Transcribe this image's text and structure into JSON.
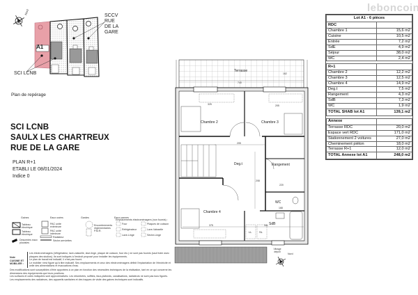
{
  "watermark": "leboncoin",
  "site_plan": {
    "label_a1": "A1",
    "callout_neighbors": [
      "SCCV RUE",
      "DE LA GARE"
    ],
    "callout_owner": "SCI LCNB",
    "compass": "Nord",
    "highlight_color": "#e8a0a8",
    "caption": "Plan de repérage"
  },
  "project": {
    "title_lines": [
      "SCI LCNB",
      "SAULX LES CHARTREUX",
      "RUE DE LA GARE"
    ],
    "plan": "PLAN R+1",
    "date": "ETABLI LE 08/01/2024",
    "indice": "Indice 0"
  },
  "legend": {
    "items": [
      "Gaines",
      "Tableau électrique",
      "Tableau électrique",
      "Descentes eaux pluviales",
      "Eaux usées",
      "PAC unité extérieure",
      "PAC unité intérieure",
      "Radiateur",
      "Sèche-serviettes",
      "Gardes",
      "Encombrements réglementaires P.M.R.",
      "Eaux-vannes"
    ],
    "appliances_title": "Emplacements électroménagers (non fournis) :",
    "appliances": [
      "Four",
      "Plaques de cuisson",
      "Réfrigérateur",
      "Lave-Vaisselle",
      "Lave-Linge",
      "Sèche-Linge"
    ],
    "note_label": "Note CUISINE ET MOBILIER :",
    "notes": [
      "Les électroménagers (réfrigérateur, lave-vaisselle, lave-linge, plaque de cuisson, four etc.) ne sont pas fournis (sauf évier avec plaques des studios). Ils sont indiqués à l'endroit proposé pour installer les équipements.",
      "Le plan de travail est indicatif, il n'est pas fourni.",
      "Le mobilier n'est figuré qu'à titre indicatif. Ses emplacements et ceux des électroménagers définit l'implantation de l'électricité et celle des alimentations et évacuations d'eau."
    ],
    "disclaimer": [
      "Des modifications sont susceptibles d'être apportées à ce plan en fonction des nécessités techniques de la réalisation, tant en ce qui concerne les dimensions des équipements que leurs positions.",
      "Les surfaces et cotes indiquées sont approximatives. Les retombées, soffites, faux-plafonds, canalisations, radiateurs ne sont pas tous figurés.",
      "Les emplacements des radiateurs, des appareils sanitaires et des trappes de visite des gaines techniques sont indicatifs."
    ]
  },
  "surface_table": {
    "header": "Lot A1 - 6 pièces",
    "sections": [
      {
        "title": "RDC",
        "rows": [
          {
            "room": "Chambre 1",
            "area": "15,6 m2"
          },
          {
            "room": "Cuisine",
            "area": "10,5 m2"
          },
          {
            "room": "Entrée",
            "area": "7,2 m2"
          },
          {
            "room": "SdE",
            "area": "4,9 m2"
          },
          {
            "room": "Séjour",
            "area": "38,0 m2"
          },
          {
            "room": "WC",
            "area": "2,4 m2"
          }
        ]
      },
      {
        "title": "R+1",
        "rows": [
          {
            "room": "Chambre 2",
            "area": "12,2 m2"
          },
          {
            "room": "Chambre 3",
            "area": "12,5 m2"
          },
          {
            "room": "Chambre 4",
            "area": "14,9 m2"
          },
          {
            "room": "Deg.t",
            "area": "7,5 m2"
          },
          {
            "room": "Rangement",
            "area": "4,3 m2"
          },
          {
            "room": "SdB",
            "area": "7,3 m2"
          },
          {
            "room": "WC",
            "area": "1,9 m2"
          }
        ],
        "total": {
          "label": "TOTAL SHAB lot A1",
          "area": "139,1 m2"
        }
      },
      {
        "title": "Annexe",
        "rows": [
          {
            "room": "Terrasse RDC",
            "area": "20,0 m2"
          },
          {
            "room": "Espace vert RDC",
            "area": "171,0 m2"
          },
          {
            "room": "Stationnement 2 voitures",
            "area": "27,0 m2"
          },
          {
            "room": "Cheminement piéton",
            "area": "18,0 m2"
          },
          {
            "room": "Terrasse R+1",
            "area": "12,0 m2"
          }
        ],
        "total": {
          "label": "TOTAL Annexe lot A1",
          "area": "248,0 m2"
        }
      }
    ]
  },
  "floor_plan": {
    "rooms": {
      "terrasse": "Terrasse",
      "chambre2": "Chambre 2",
      "chambre3": "Chambre 3",
      "degt": "Deg.t",
      "rangement": "Rangement",
      "chambre4": "Chambre 4",
      "wc": "WC",
      "sdb": "SdB",
      "ll": "LL",
      "sl": "SL",
      "vitrage": "Vitrage dépoli",
      "nord": "Nord"
    },
    "dims": {
      "terrasse_w": "740",
      "terrasse_h": "162",
      "d1": "325",
      "d2": "205",
      "d3": "208",
      "d4": "220",
      "d5": "168",
      "d6": "375",
      "d7": "341",
      "d8": "214",
      "d9": "277"
    }
  }
}
